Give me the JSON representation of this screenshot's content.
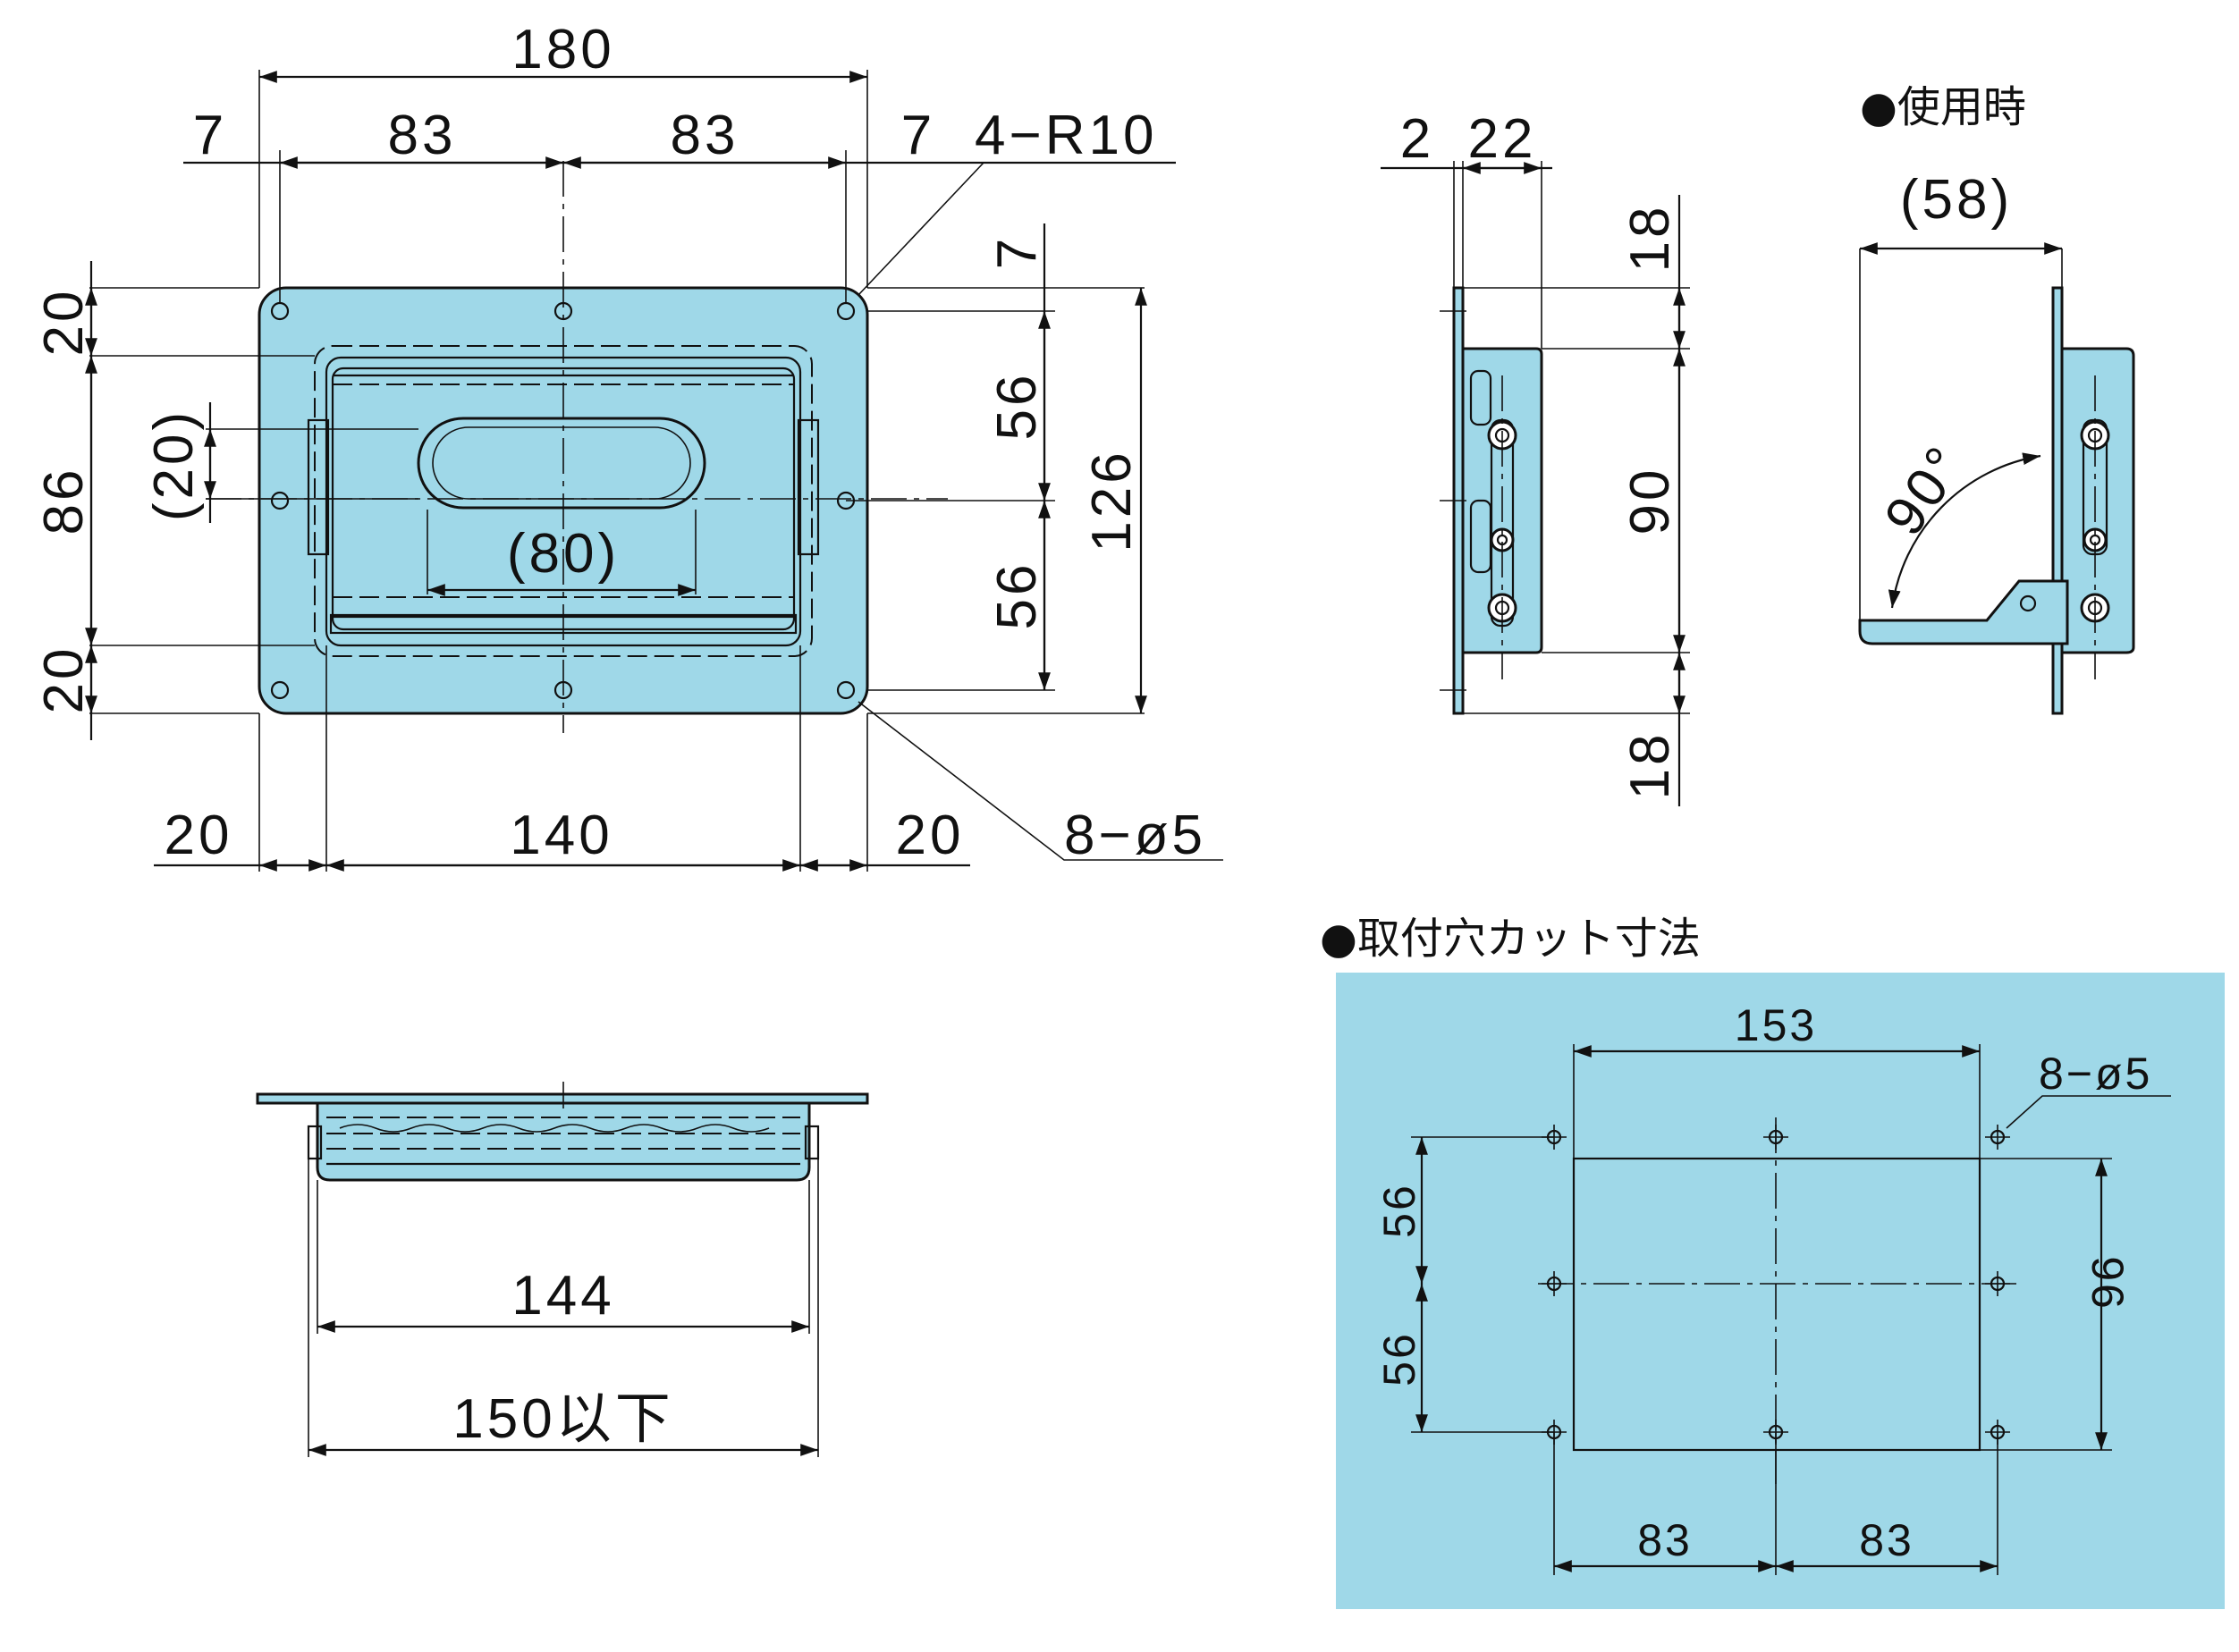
{
  "colors": {
    "part_fill": "#9fd8e8",
    "cutout_bg": "#9fd8e8",
    "line": "#111111",
    "hole_fill": "#ffffff"
  },
  "front_view": {
    "overall_width": "180",
    "edge_left": "7",
    "pitch_left": "83",
    "pitch_right": "83",
    "edge_right": "7",
    "corner_radius": "4−R10",
    "top_margin": "20",
    "middle_height": "86",
    "bottom_margin": "20",
    "grip_height": "(20)",
    "grip_width": "(80)",
    "upper_edge": "7",
    "upper_pitch": "56",
    "lower_pitch": "56",
    "overall_height": "126",
    "bottom_left": "20",
    "bottom_middle": "140",
    "bottom_right": "20",
    "holes": "8−ø5"
  },
  "side_view": {
    "plate_thickness": "2",
    "depth": "22",
    "top_offset": "18",
    "height": "90",
    "bottom_offset": "18"
  },
  "in_use_view": {
    "title": "●使用時",
    "projection": "(58)",
    "angle": "90°"
  },
  "bottom_view": {
    "inner_width": "144",
    "max_width": "150以下"
  },
  "cutout": {
    "title": "●取付穴カット寸法",
    "width": "153",
    "holes": "8−ø5",
    "upper_pitch": "56",
    "lower_pitch": "56",
    "height": "96",
    "pitch_left": "83",
    "pitch_right": "83"
  }
}
